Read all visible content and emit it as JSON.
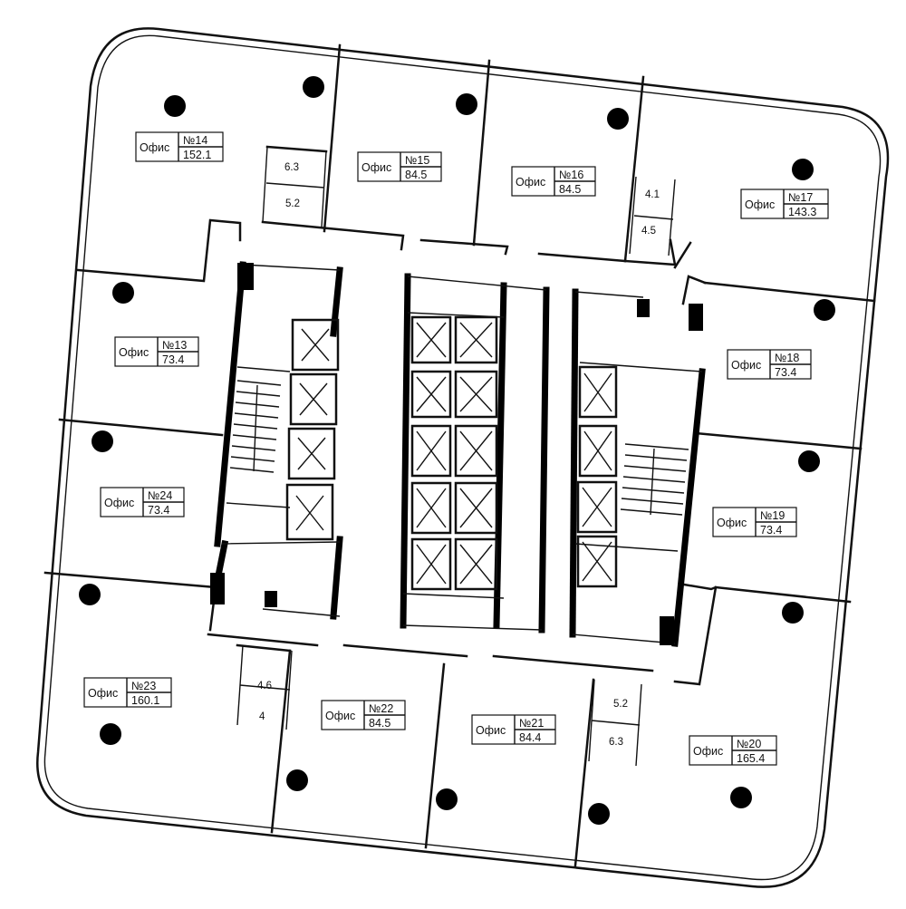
{
  "offices": [
    {
      "label": "Офис",
      "number": "№14",
      "area": "152.1"
    },
    {
      "label": "Офис",
      "number": "№15",
      "area": "84.5"
    },
    {
      "label": "Офис",
      "number": "№16",
      "area": "84.5"
    },
    {
      "label": "Офис",
      "number": "№17",
      "area": "143.3"
    },
    {
      "label": "Офис",
      "number": "№13",
      "area": "73.4"
    },
    {
      "label": "Офис",
      "number": "№18",
      "area": "73.4"
    },
    {
      "label": "Офис",
      "number": "№24",
      "area": "73.4"
    },
    {
      "label": "Офис",
      "number": "№19",
      "area": "73.4"
    },
    {
      "label": "Офис",
      "number": "№23",
      "area": "160.1"
    },
    {
      "label": "Офис",
      "number": "№22",
      "area": "84.5"
    },
    {
      "label": "Офис",
      "number": "№21",
      "area": "84.4"
    },
    {
      "label": "Офис",
      "number": "№20",
      "area": "165.4"
    }
  ],
  "restrooms": [
    "6.3",
    "5.2",
    "4.1",
    "4.5",
    "4.6",
    "4",
    "5.2",
    "6.3"
  ]
}
